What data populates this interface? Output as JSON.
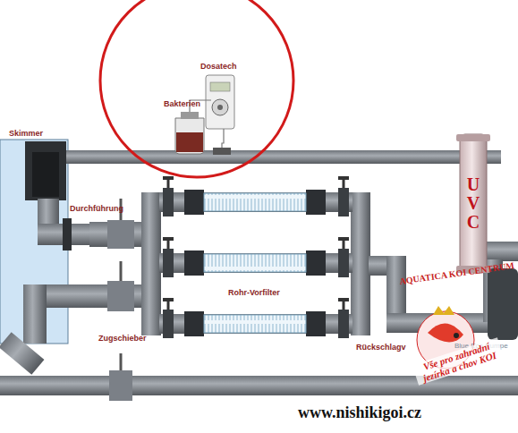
{
  "diagram": {
    "nodes": [
      {
        "text": [
          "UVC"
        ]
      }
    ],
    "labels": [
      "Dosatech",
      "Bakterien",
      "Skimmer",
      "Durchführung",
      "Rohr-Vorfilter",
      "Rückschlagv",
      "Blue Eco Pumpe",
      "Zugschieber",
      "AQUATICA KOI CENTRUM",
      "Vše pro zahradní jezírka a chov KOI",
      "www.nishikigoi.cz"
    ]
  }
}
